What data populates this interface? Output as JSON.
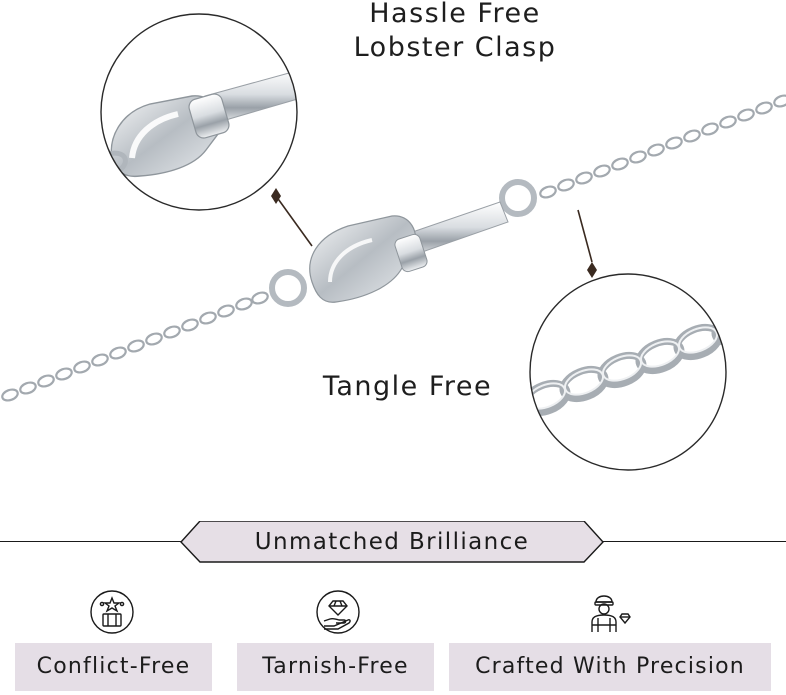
{
  "features": {
    "clasp_label": "Hassle Free\nLobster Clasp",
    "tangle_label": "Tangle Free"
  },
  "banner": {
    "title": "Unmatched Brilliance"
  },
  "badges": [
    {
      "label": "Conflict-Free",
      "icon": "conflict-free-icon"
    },
    {
      "label": "Tarnish-Free",
      "icon": "diamond-hand-icon"
    },
    {
      "label": "Crafted With Precision",
      "icon": "craftsman-icon"
    }
  ],
  "colors": {
    "badge_background": "#e5dee6",
    "banner_background": "#e6dfe6",
    "pointer": "#3a2a20"
  }
}
